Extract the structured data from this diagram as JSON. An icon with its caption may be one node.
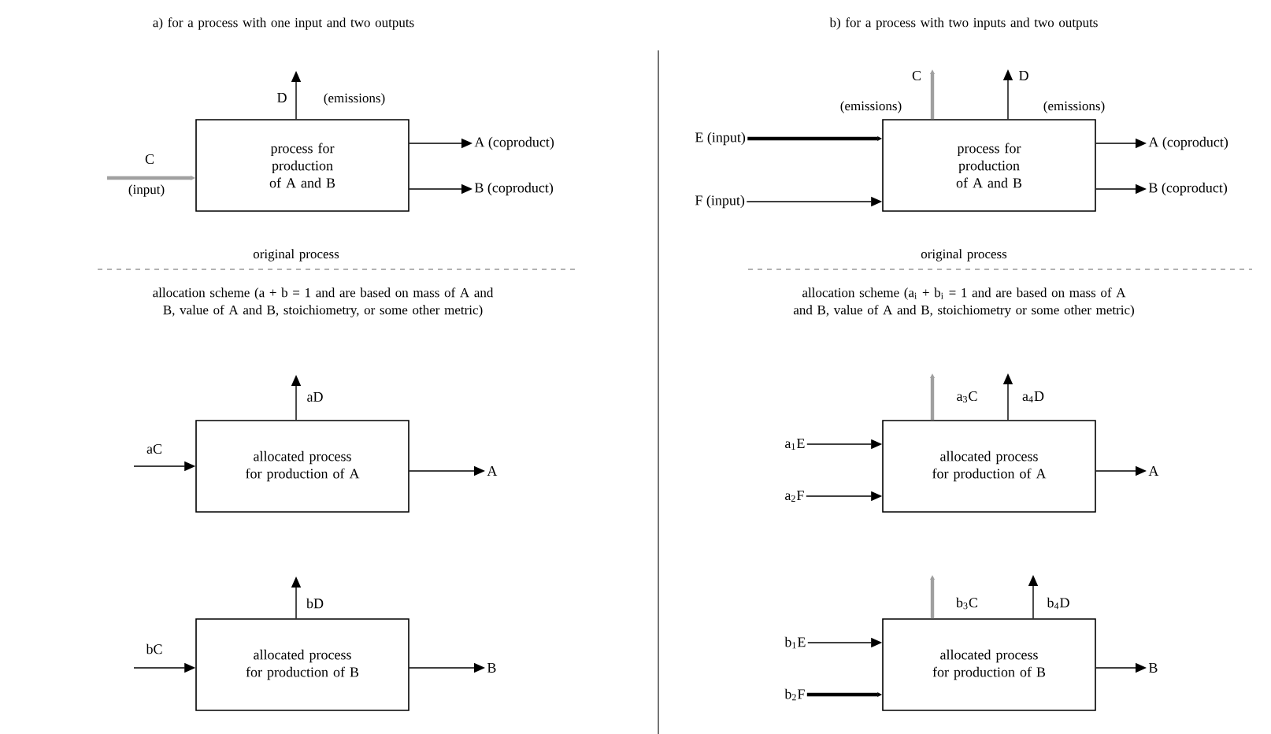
{
  "diagram": {
    "nodes": [
      {
        "text": [
          "process for production of A and B"
        ]
      },
      {
        "text": [
          "A (coproduct)"
        ]
      },
      {
        "text": [
          "B (coproduct)"
        ]
      },
      {
        "text": [
          "allocated process for production of A"
        ]
      },
      {
        "text": [
          "A"
        ]
      },
      {
        "text": [
          "allocated process for production of B"
        ]
      },
      {
        "text": [
          "B"
        ]
      },
      {
        "text": [
          "E (input)"
        ]
      },
      {
        "text": [
          "F (input)"
        ]
      },
      {
        "text": [
          "process for production of A and B"
        ]
      },
      {
        "text": [
          "A (coproduct)"
        ]
      },
      {
        "text": [
          "B (coproduct)"
        ]
      },
      {
        "text": [
          "a$_{1}$E"
        ]
      },
      {
        "text": [
          "a$_{2}$F"
        ]
      },
      {
        "text": [
          "allocated process for production of A"
        ]
      },
      {
        "text": [
          "A"
        ]
      },
      {
        "text": [
          "b$_{1}$E"
        ]
      },
      {
        "text": [
          "b$_{2}$F"
        ]
      },
      {
        "text": [
          "allocated process for production of B"
        ]
      },
      {
        "text": [
          "B"
        ]
      }
    ],
    "edges": [
      {
        "from": null,
        "to": 0,
        "arrow": "to",
        "label": "C",
        "style": "thick",
        "color": "#a0a0a0"
      },
      {
        "from": 0,
        "to": null,
        "arrow": "to",
        "label": "D"
      },
      {
        "from": 0,
        "to": 1,
        "arrow": "to"
      },
      {
        "from": 0,
        "to": 2,
        "arrow": "to"
      },
      {
        "from": null,
        "to": 3,
        "arrow": "to",
        "label": "aC"
      },
      {
        "from": 3,
        "to": null,
        "arrow": "to",
        "label": "aD"
      },
      {
        "from": 3,
        "to": 4,
        "arrow": "to"
      },
      {
        "from": null,
        "to": 5,
        "arrow": "to",
        "label": "bC"
      },
      {
        "from": 5,
        "to": null,
        "arrow": "to",
        "label": "bD"
      },
      {
        "from": 5,
        "to": 6,
        "arrow": "to"
      },
      {
        "from": 7,
        "to": 9,
        "arrow": "to",
        "style": "thick"
      },
      {
        "from": 8,
        "to": 9,
        "arrow": "to"
      },
      {
        "from": 9,
        "to": null,
        "arrow": "to",
        "label": "C",
        "style": "thick",
        "color": "#a0a0a0"
      },
      {
        "from": 9,
        "to": null,
        "arrow": "to",
        "label": "D"
      },
      {
        "from": 9,
        "to": 10,
        "arrow": "to"
      },
      {
        "from": 9,
        "to": 11,
        "arrow": "to"
      },
      {
        "from": 12,
        "to": 14,
        "arrow": "to"
      },
      {
        "from": 13,
        "to": 14,
        "arrow": "to"
      },
      {
        "from": 14,
        "to": null,
        "arrow": "to",
        "label": "a$_{3}$C",
        "style": "thick",
        "color": "#a0a0a0"
      },
      {
        "from": 14,
        "to": null,
        "arrow": "to",
        "label": "a$_{4}$D"
      },
      {
        "from": 14,
        "to": 15,
        "arrow": "to"
      },
      {
        "from": 16,
        "to": 18,
        "arrow": "to"
      },
      {
        "from": 17,
        "to": 18,
        "arrow": "to",
        "style": "thick"
      },
      {
        "from": 18,
        "to": null,
        "arrow": "to",
        "label": "b$_{3}$C",
        "style": "thick",
        "color": "#a0a0a0"
      },
      {
        "from": 18,
        "to": null,
        "arrow": "to",
        "label": "b$_{4}$D"
      },
      {
        "from": 18,
        "to": 19,
        "arrow": "to"
      }
    ],
    "labels": [
      "a)  for a process with one input and two outputs",
      "(input)",
      "(emissions)",
      "original process",
      "allocation scheme (a + b = 1 and are based on mass of A and B, value of A and B, stoichiometry, or some other metric)",
      "b)  for a process with two inputs and two outputs",
      "(emissions)",
      "(emissions)",
      "original process",
      "allocation scheme (a$_{i}$ + b$_{i}$ = 1 and are based on mass of A and B, value of A and B, stoichiometry or some other metric)"
    ]
  }
}
